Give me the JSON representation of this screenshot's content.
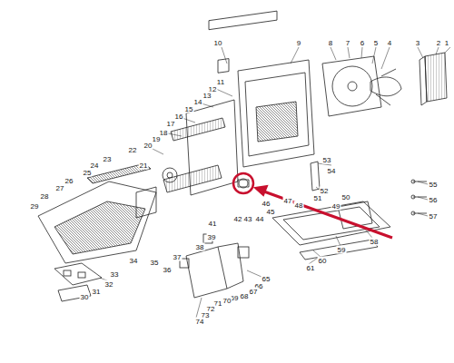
{
  "diagram": {
    "labels": [
      "1",
      "2",
      "3",
      "4",
      "5",
      "6",
      "7",
      "8",
      "9",
      "10",
      "11",
      "12",
      "13",
      "14",
      "15",
      "16",
      "17",
      "18",
      "19",
      "20",
      "21",
      "22",
      "23",
      "24",
      "25",
      "26",
      "27",
      "28",
      "29",
      "30",
      "31",
      "32",
      "33",
      "34",
      "35",
      "36",
      "37",
      "38",
      "39",
      "41",
      "42",
      "43",
      "44",
      "45",
      "46",
      "47",
      "48",
      "49",
      "50",
      "51",
      "52",
      "53",
      "54",
      "55",
      "56",
      "57",
      "58",
      "59",
      "60",
      "61",
      "65",
      "66",
      "67",
      "68",
      "69",
      "70",
      "71",
      "72",
      "73",
      "74"
    ]
  }
}
